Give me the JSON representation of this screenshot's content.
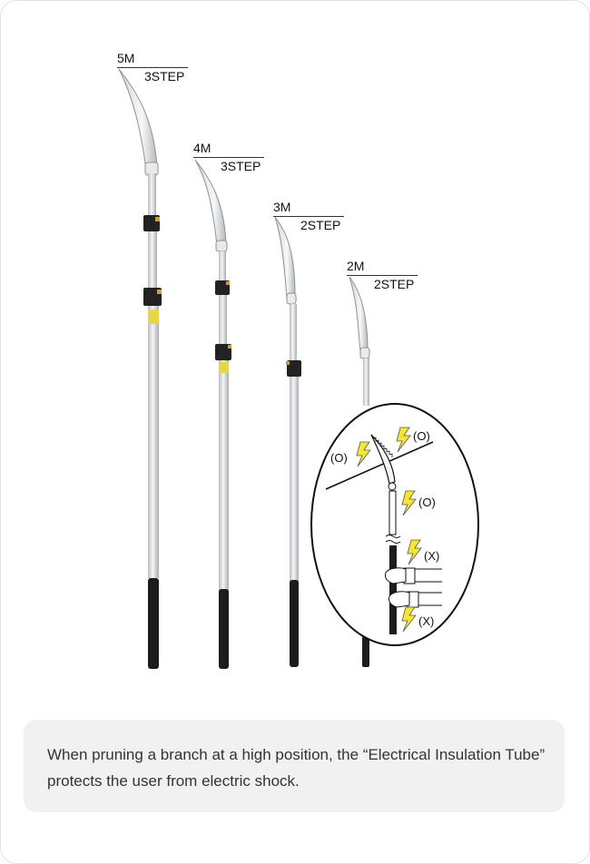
{
  "saws": [
    {
      "size": "5M",
      "step": "3STEP"
    },
    {
      "size": "4M",
      "step": "3STEP"
    },
    {
      "size": "3M",
      "step": "2STEP"
    },
    {
      "size": "2M",
      "step": "2STEP"
    }
  ],
  "inset": {
    "marks": [
      "(O)",
      "(O)",
      "(O)",
      "(X)",
      "(X)"
    ]
  },
  "caption": "When pruning a branch at a high position, the “Electrical Insulation Tube” protects the user from electric shock.",
  "colors": {
    "bolt": "#f5e632",
    "handle": "#1c1c1c",
    "pole": "#d9dcde",
    "clamp_brass": "#c9a227",
    "caption_bg": "#f1f1f1"
  }
}
